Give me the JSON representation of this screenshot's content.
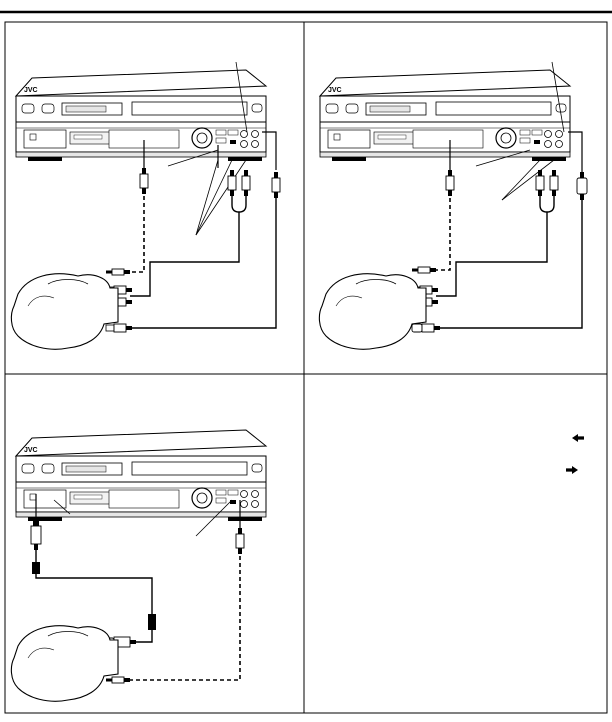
{
  "brand": {
    "logo_text": "JVC"
  },
  "colors": {
    "line": "#000000",
    "panel_bg": "#ffffff",
    "deck_shade": "#e6e6e6",
    "screen_shade": "#f2f2f2"
  },
  "panels": [
    {
      "id": "top-left",
      "description_text": ""
    },
    {
      "id": "top-right",
      "description_text": ""
    },
    {
      "id": "bottom-left",
      "description_text": ""
    },
    {
      "id": "bottom-right",
      "description_text": ""
    }
  ],
  "icons": {
    "in_arrow": "arrow-left-icon",
    "out_arrow": "arrow-right-icon"
  }
}
